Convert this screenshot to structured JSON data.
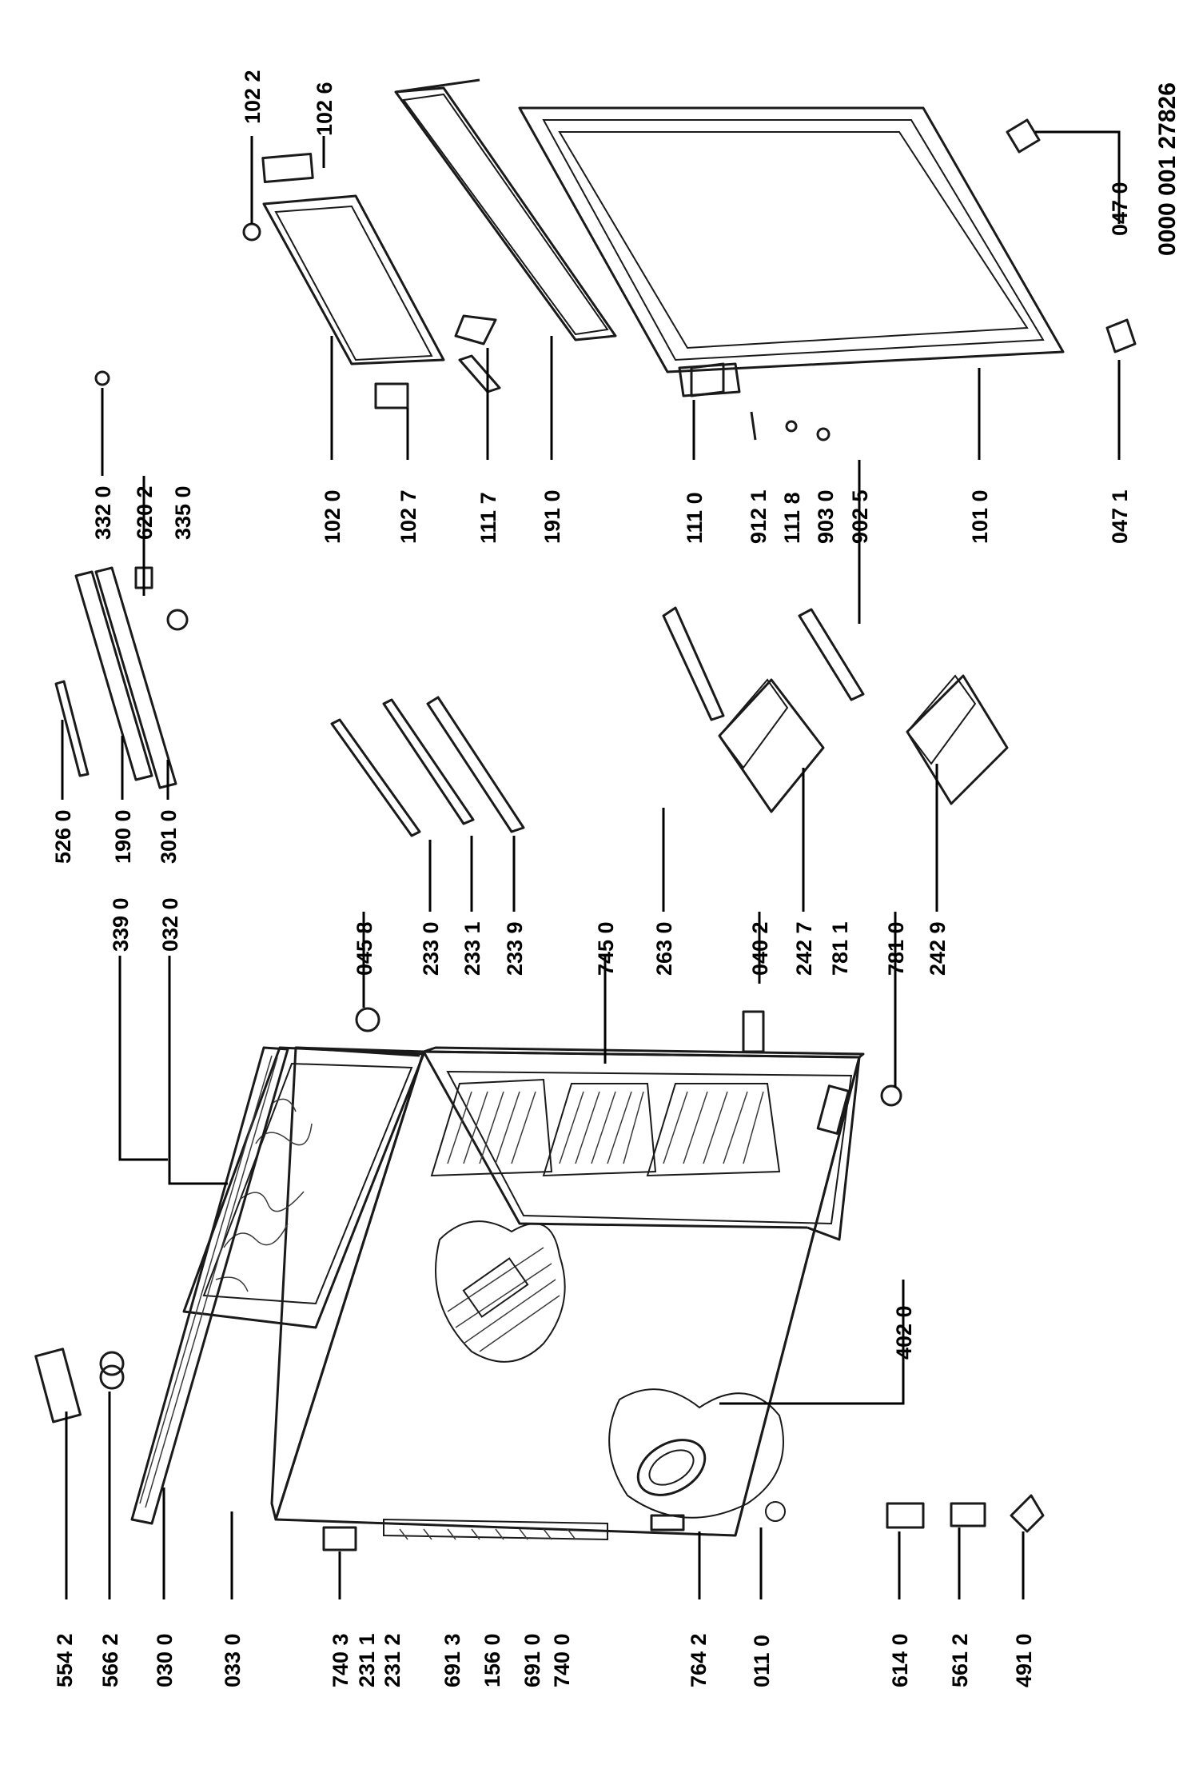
{
  "document_number": "0000 001 27826",
  "part_labels": [
    "554 2",
    "566 2",
    "030 0",
    "033 0",
    "740 3",
    "231 1",
    "231 2",
    "691 3",
    "156 0",
    "691 0",
    "740 0",
    "764 2",
    "011 0",
    "614 0",
    "561 2",
    "491 0",
    "402 0",
    "339 0",
    "032 0",
    "045 8",
    "233 0",
    "233 1",
    "233 9",
    "745 0",
    "263 0",
    "040 2",
    "242 7",
    "781 1",
    "781 0",
    "242 9",
    "526 0",
    "190 0",
    "301 0",
    "332 0",
    "620 2",
    "335 0",
    "102 0",
    "102 7",
    "111 7",
    "191 0",
    "111 0",
    "912 1",
    "111 8",
    "903 0",
    "902 5",
    "101 0",
    "047 1",
    "047 0",
    "102 2",
    "102 6"
  ]
}
